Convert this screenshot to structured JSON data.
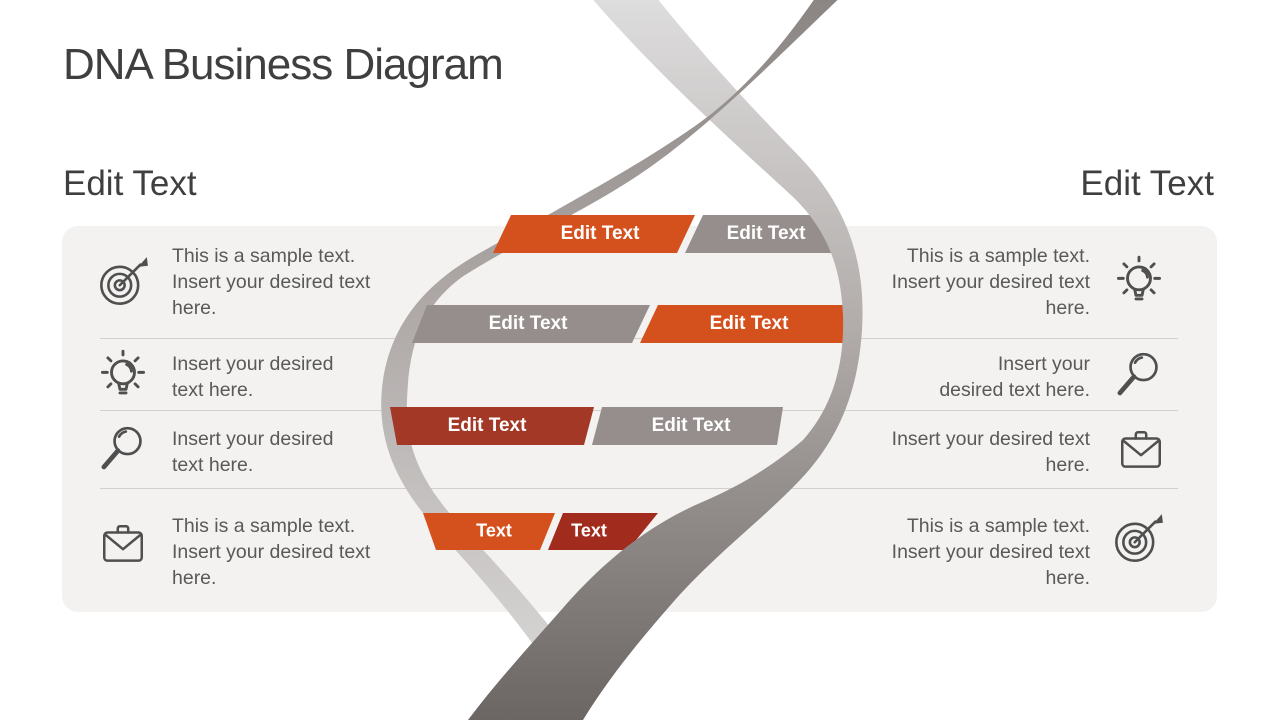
{
  "title": "DNA Business Diagram",
  "headings": {
    "left": "Edit Text",
    "right": "Edit Text"
  },
  "bars": {
    "row1_left": "Edit Text",
    "row1_right": "Edit Text",
    "row2_left": "Edit Text",
    "row2_right": "Edit Text",
    "row3_left": "Edit Text",
    "row3_right": "Edit Text",
    "row4_left": "Text",
    "row4_right": "Text"
  },
  "left_rows": [
    {
      "icon": "target-icon",
      "text": "This is a sample text.\nInsert your desired text\nhere."
    },
    {
      "icon": "lightbulb-icon",
      "text": "Insert your desired\ntext here."
    },
    {
      "icon": "magnifier-icon",
      "text": "Insert your desired\ntext here."
    },
    {
      "icon": "briefcase-icon",
      "text": "This is a sample text.\nInsert your desired text\nhere."
    }
  ],
  "right_rows": [
    {
      "icon": "lightbulb-icon",
      "text": "This is a sample text.\nInsert your desired text\nhere."
    },
    {
      "icon": "magnifier-icon",
      "text": "Insert your\ndesired text here."
    },
    {
      "icon": "briefcase-icon",
      "text": "Insert your desired text\nhere."
    },
    {
      "icon": "target-icon",
      "text": "This is a sample text.\nInsert your desired text\nhere."
    }
  ],
  "colors": {
    "orange": "#D4511E",
    "brick_red": "#A33826",
    "dark_red": "#A12B1C",
    "gray_bar": "#968E8C",
    "panel_bg": "#F3F2F1",
    "body_text": "#595959",
    "title_text": "#3F3F3F",
    "ribbon_light": "#DDDCDC",
    "ribbon_dark": "#6E6966"
  }
}
